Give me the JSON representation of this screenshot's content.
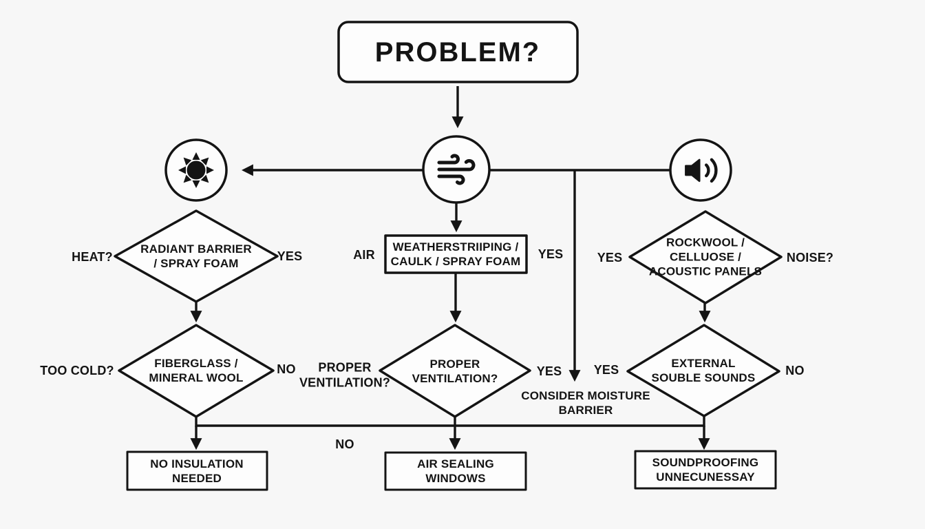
{
  "colors": {
    "ink": "#141414",
    "background": "#f7f7f7",
    "node_fill": "#fdfdfd"
  },
  "root": {
    "label": "PROBLEM?"
  },
  "heat_branch": {
    "icon": "sun",
    "question": "HEAT?",
    "yes": "YES",
    "node1_lines": [
      "RADIANT BARRIER",
      "/ SPRAY FOAM"
    ],
    "question2": "TOO COLD?",
    "no": "NO",
    "node2_lines": [
      "FIBERGLASS /",
      "MINERAL WOOL"
    ],
    "result_lines": [
      "NO INSULATION",
      "NEEDED"
    ]
  },
  "air_branch": {
    "icon": "wind",
    "label": "AIR",
    "yes": "YES",
    "node1_lines": [
      "WEATHERSTRIIPING /",
      "CAULK / SPRAY FOAM"
    ],
    "question2_lines": [
      "PROPER",
      "VENTILATION?"
    ],
    "node2_lines": [
      "PROPER",
      "VENTILATION?"
    ],
    "yes2": "YES",
    "moisture_lines": [
      "CONSIDER MOISTURE",
      "BARRIER"
    ],
    "no": "NO",
    "result_lines": [
      "AIR SEALING",
      "WINDOWS"
    ]
  },
  "noise_branch": {
    "icon": "speaker",
    "yes": "YES",
    "node1_lines": [
      "ROCKWOOL /",
      "CELLUOSE /",
      "ACOUSTIC PANELS"
    ],
    "question": "NOISE?",
    "yes2": "YES",
    "node2_lines": [
      "EXTERNAL",
      "SOUBLE SOUNDS"
    ],
    "no": "NO",
    "result_lines": [
      "SOUNDPROOFING",
      "UNNECUNESSAY"
    ]
  }
}
